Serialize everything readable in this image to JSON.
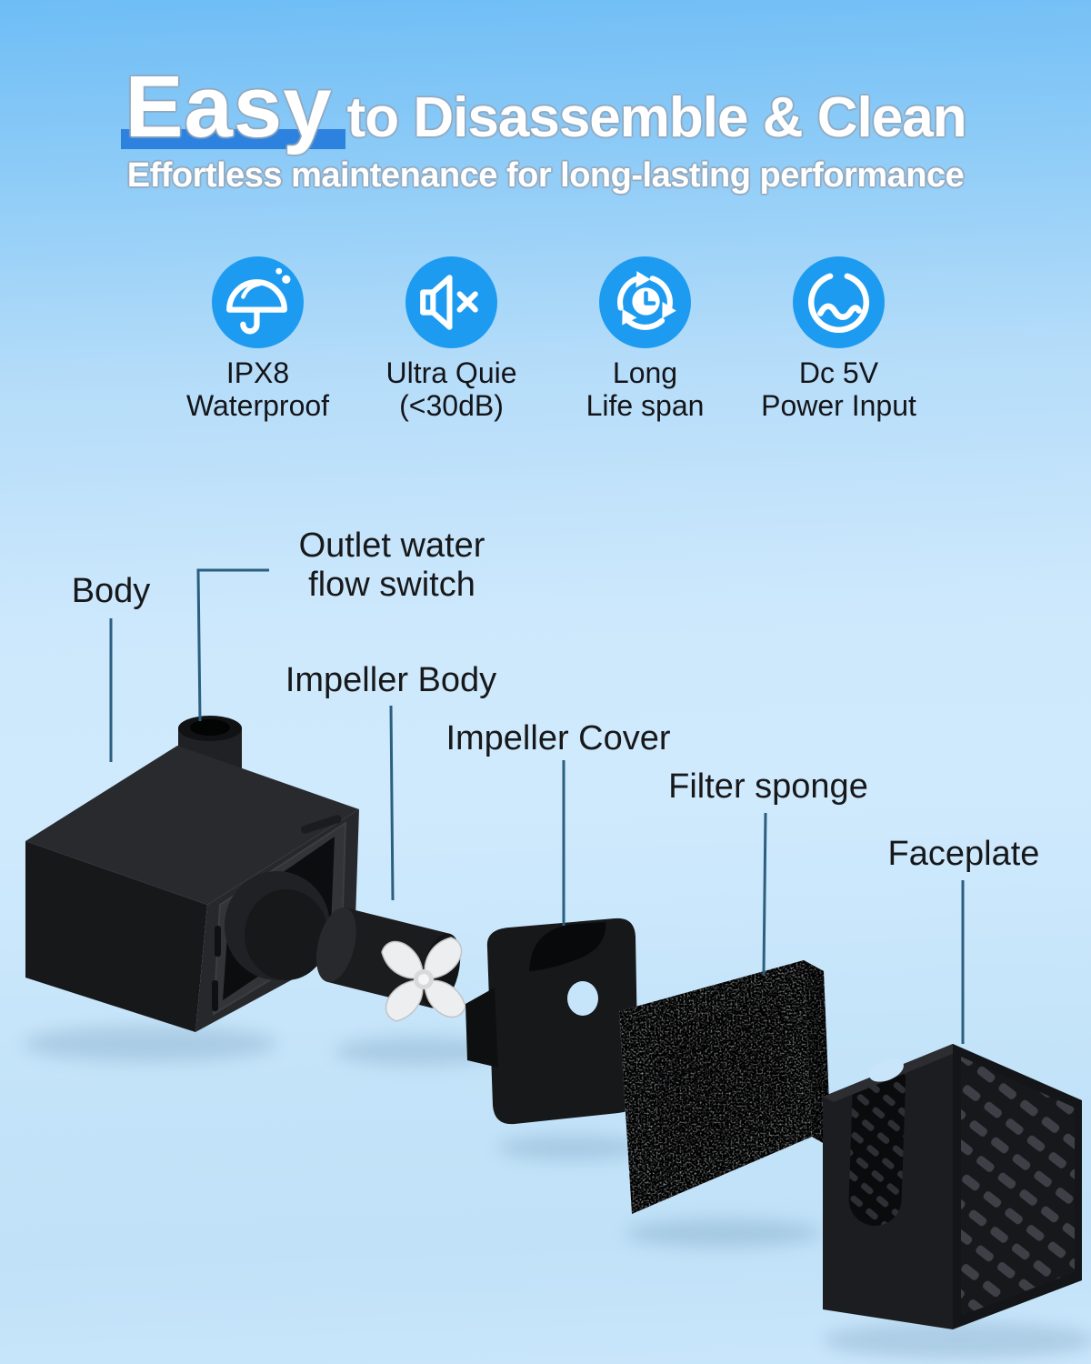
{
  "header": {
    "title_highlight": "Easy",
    "title_rest": "to Disassemble & Clean",
    "subtitle": "Effortless maintenance for long-lasting performance"
  },
  "features": [
    {
      "icon": "umbrella-rain-icon",
      "line1": "IPX8",
      "line2": "Waterproof"
    },
    {
      "icon": "speaker-mute-icon",
      "line1": "Ultra Quie",
      "line2": "(<30dB)"
    },
    {
      "icon": "cycle-clock-icon",
      "line1": "Long",
      "line2": "Life span"
    },
    {
      "icon": "dc-wave-icon",
      "line1": "Dc 5V",
      "line2": "Power Input"
    }
  ],
  "diagram": {
    "labels": {
      "body": "Body",
      "outlet": "Outlet water flow switch",
      "impeller_body": "Impeller Body",
      "impeller_cover": "Impeller Cover",
      "filter_sponge": "Filter sponge",
      "faceplate": "Faceplate"
    }
  },
  "colors": {
    "accent_blue": "#1d9bf0",
    "highlight_bar": "#2e82df",
    "leader_line": "#2b5f80",
    "bg_top": "#6ebdf6",
    "bg_middle": "#cfe9fc",
    "bg_bottom": "#c9e6fb"
  }
}
